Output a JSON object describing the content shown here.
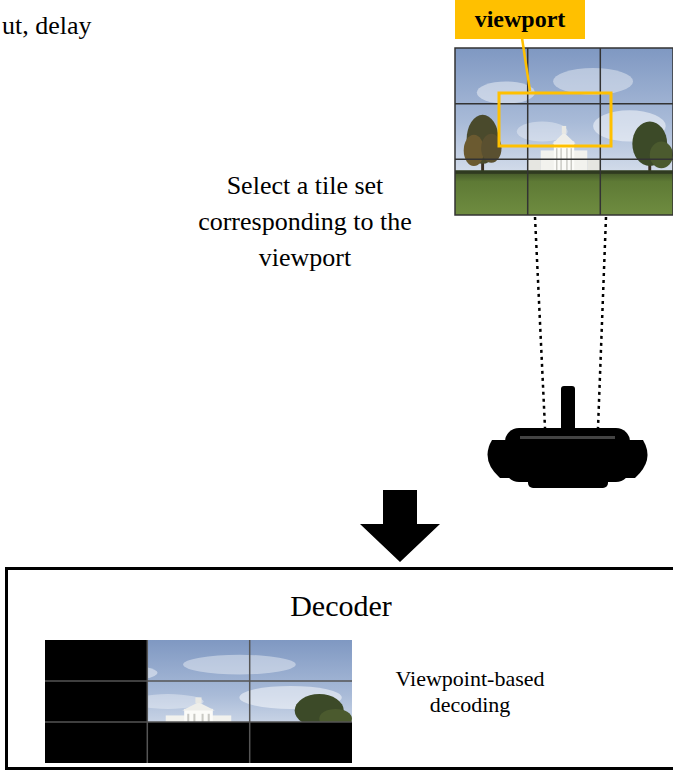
{
  "diagram": {
    "nodes": [
      {
        "text": [
          "viewport"
        ]
      },
      {
        "text": [
          "Decoder",
          "Viewpoint-based decoding"
        ]
      }
    ],
    "labels": [
      "ut, delay",
      "Select a tile set corresponding to the viewport"
    ]
  }
}
